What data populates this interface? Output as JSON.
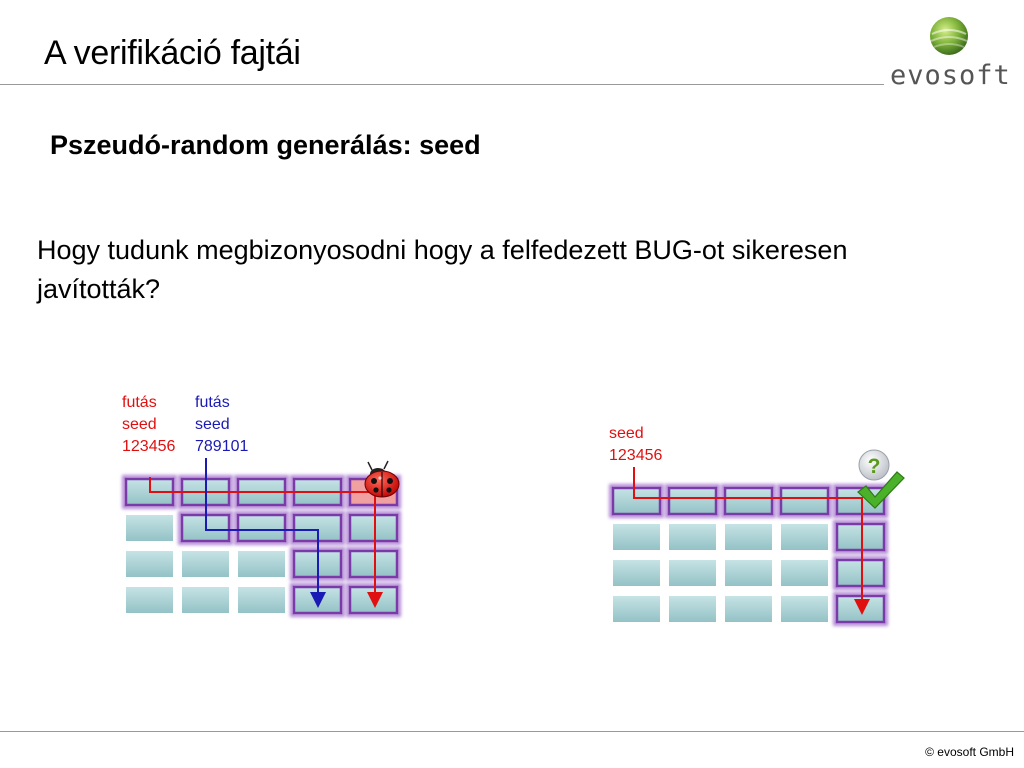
{
  "slide": {
    "title": "A verifikáció fajtái",
    "subtitle": "Pszeudó-random generálás: seed",
    "question": "Hogy tudunk megbizonyosodni hogy a felfedezett BUG-ot sikeresen javították?"
  },
  "logo": {
    "text": "evosoft"
  },
  "left_diagram": {
    "run1": {
      "line1": "futás",
      "line2": "seed",
      "line3": "123456",
      "color": "#e01010"
    },
    "run2": {
      "line1": "futás",
      "line2": "seed",
      "line3": "789101",
      "color": "#1a1ab4"
    },
    "bug_icon": "ladybug-icon"
  },
  "right_diagram": {
    "run": {
      "line1": "seed",
      "line2": "123456",
      "color": "#e01010"
    },
    "question_icon": "question-icon",
    "check_icon": "checkmark-icon"
  },
  "colors": {
    "cell_fill": "#a8cfd2",
    "path_outline": "#7a3aa8",
    "red_path": "#e01010",
    "blue_path": "#1a1ab4"
  },
  "footer": {
    "copyright": "© evosoft GmbH"
  }
}
